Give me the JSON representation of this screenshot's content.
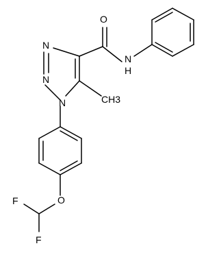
{
  "atoms": {
    "O": "O",
    "N_amide": "N",
    "H_amide": "H",
    "N1": "N",
    "N2": "N",
    "N3": "N",
    "methyl": "CH3",
    "ether_O": "O",
    "F1": "F",
    "F2": "F"
  }
}
